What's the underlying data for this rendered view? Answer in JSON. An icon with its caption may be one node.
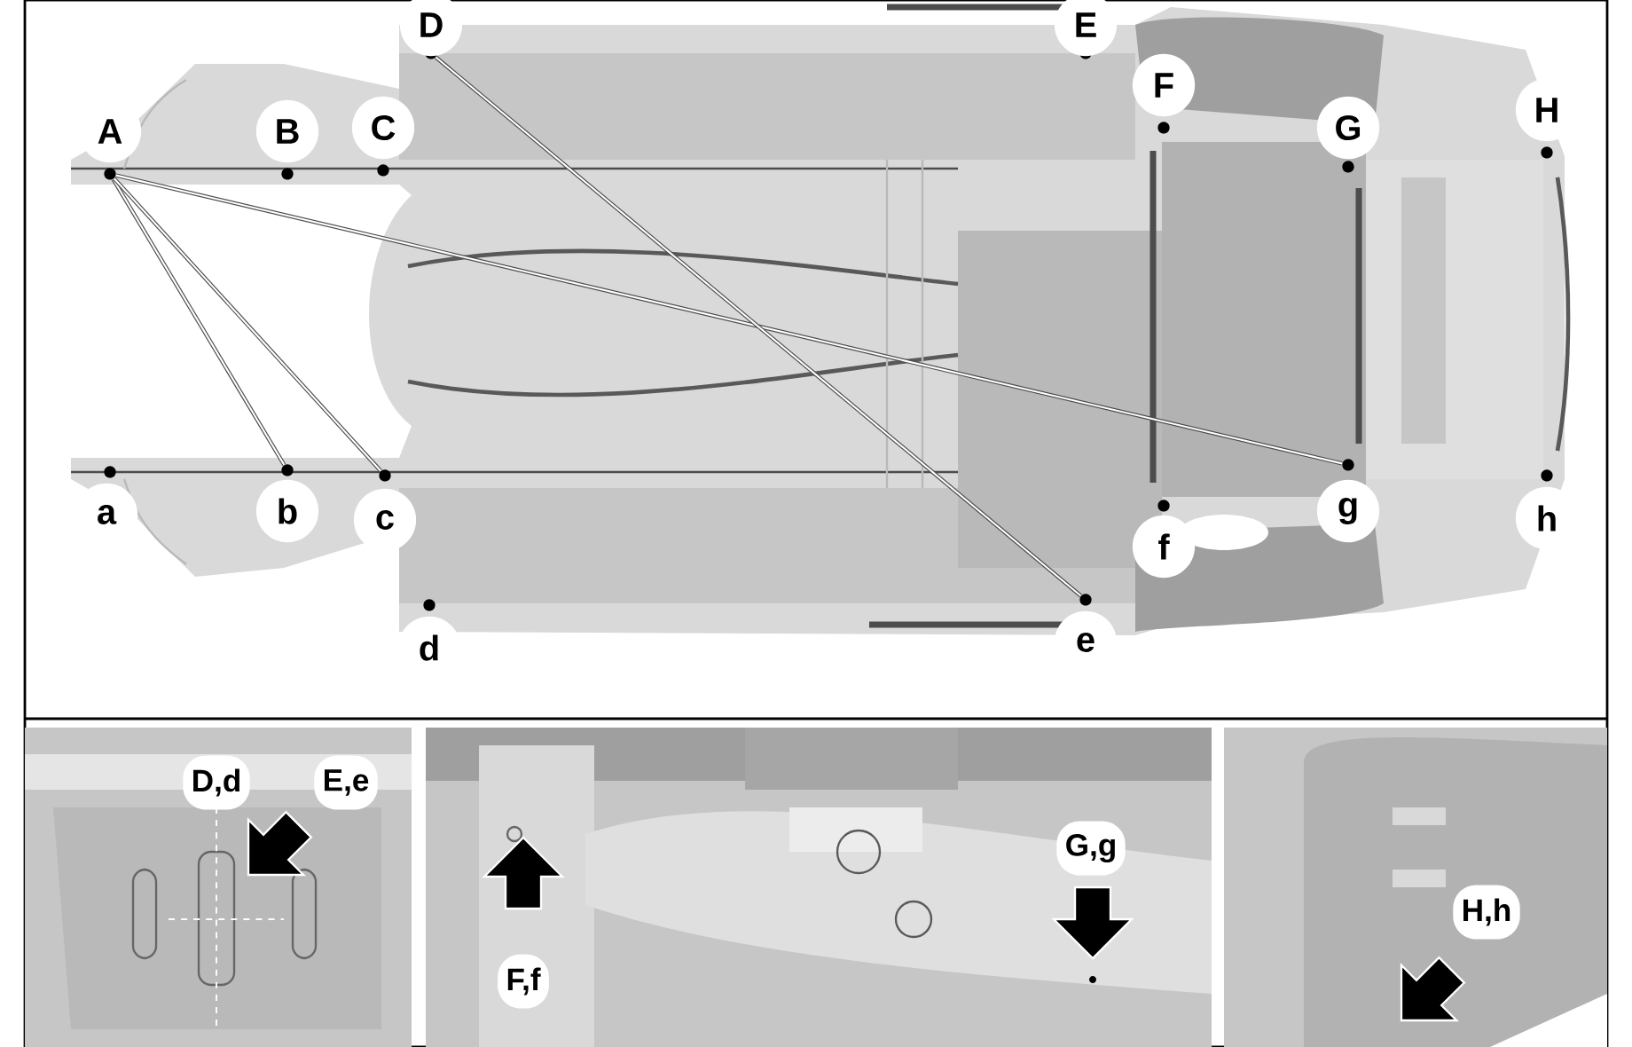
{
  "diagram": {
    "nodes": [
      {
        "text": [
          "A"
        ]
      },
      {
        "text": [
          "B"
        ]
      },
      {
        "text": [
          "C"
        ]
      },
      {
        "text": [
          "D"
        ]
      },
      {
        "text": [
          "E"
        ]
      },
      {
        "text": [
          "F"
        ]
      },
      {
        "text": [
          "G"
        ]
      },
      {
        "text": [
          "H"
        ]
      },
      {
        "text": [
          "a"
        ]
      },
      {
        "text": [
          "b"
        ]
      },
      {
        "text": [
          "c"
        ]
      },
      {
        "text": [
          "d"
        ]
      },
      {
        "text": [
          "e"
        ]
      },
      {
        "text": [
          "f"
        ]
      },
      {
        "text": [
          "g"
        ]
      },
      {
        "text": [
          "h"
        ]
      }
    ],
    "edges": [
      {
        "from": 0,
        "to": 9,
        "arrow": "none"
      },
      {
        "from": 0,
        "to": 10,
        "arrow": "none"
      },
      {
        "from": 0,
        "to": 14,
        "arrow": "none"
      },
      {
        "from": 3,
        "to": 12,
        "arrow": "none"
      }
    ],
    "labels": [
      "D,d",
      "E,e",
      "G,g",
      "H,h",
      "F,f"
    ]
  }
}
